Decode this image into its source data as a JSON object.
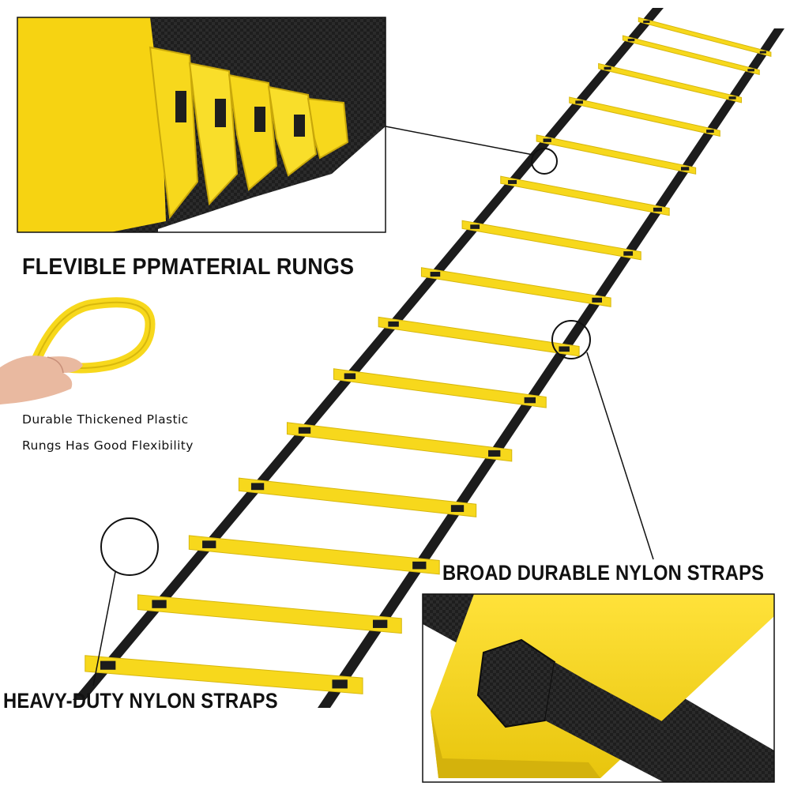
{
  "labels": {
    "rungs_heading": "FLEVIBLE PPMATERIAL RUNGS",
    "durable_line1": "Durable Thickened Plastic",
    "durable_line2": "Rungs Has Good Flexibility",
    "broad_straps": "BROAD DURABLE NYLON STRAPS",
    "heavy_straps": "HEAVY-DUTY NYLON STRAPS"
  },
  "colors": {
    "rung_yellow": "#f7d81c",
    "rung_shadow": "#d6b70e",
    "strap_black": "#1c1c1c",
    "callout_line": "#111111",
    "skin": "#e9b9a0"
  },
  "ladder": {
    "rung_count": 15
  }
}
